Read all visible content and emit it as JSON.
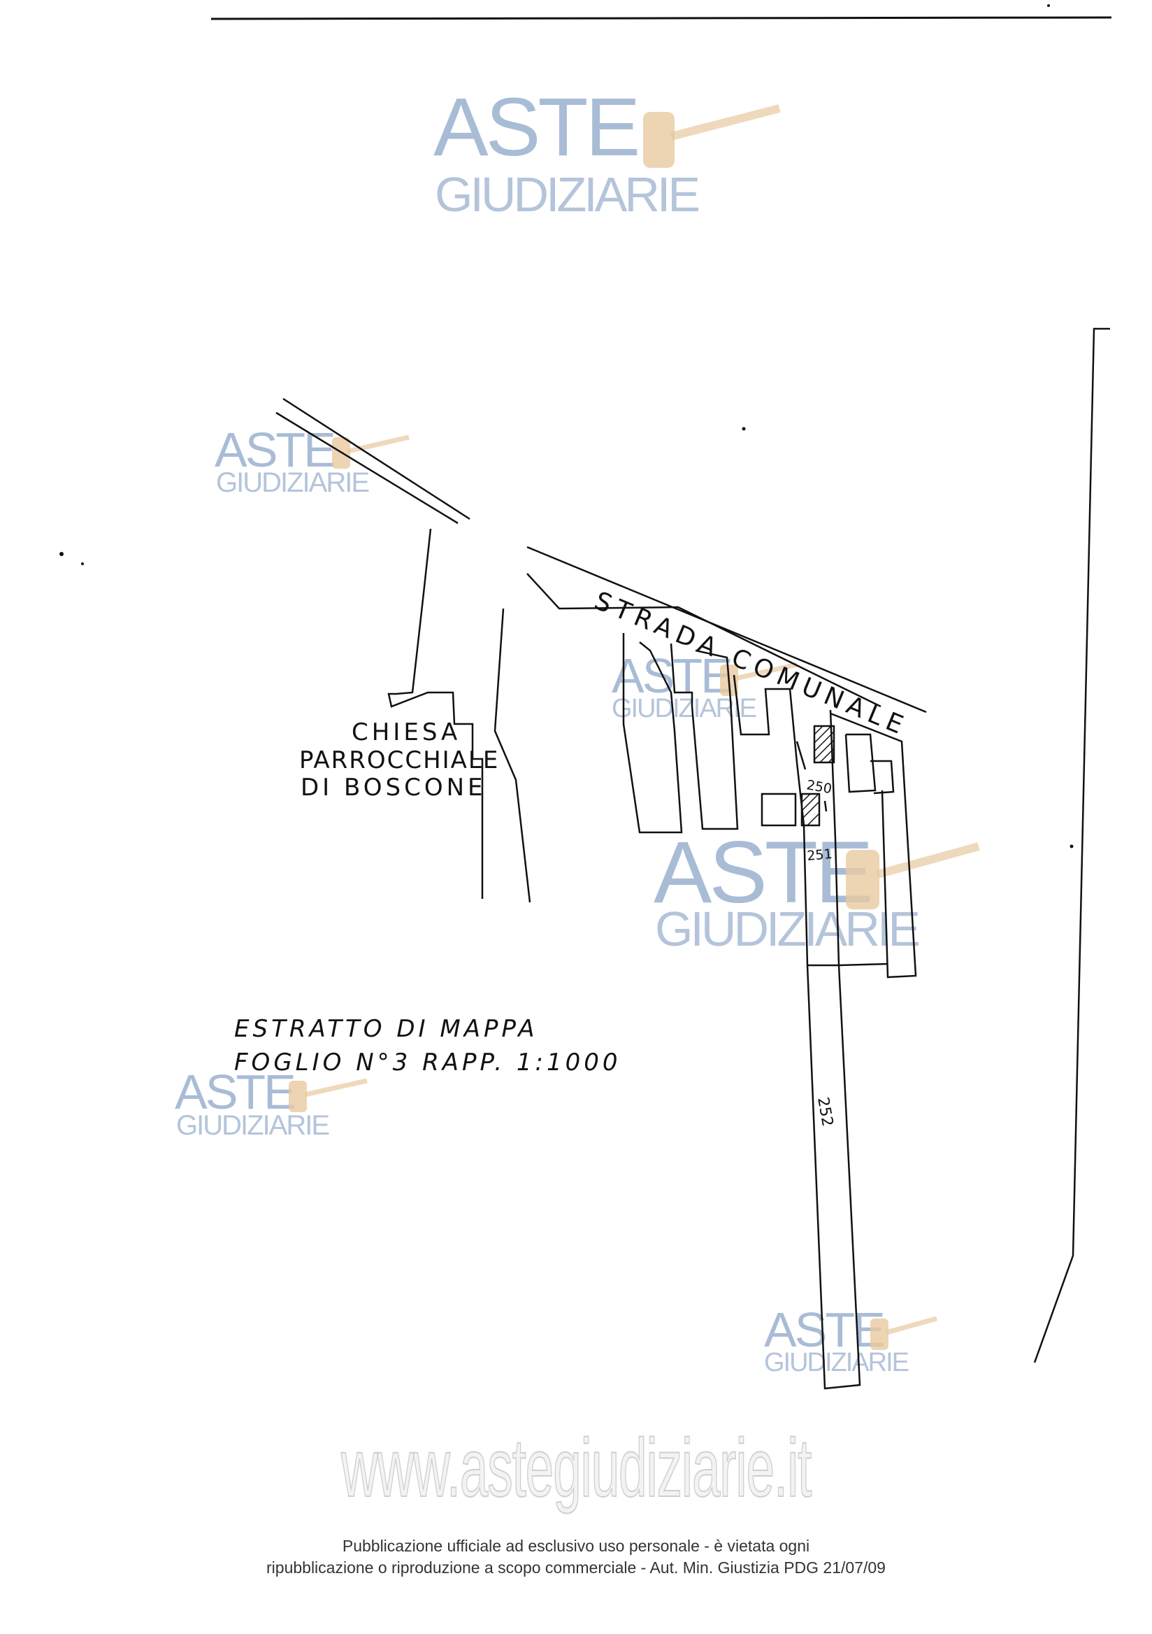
{
  "watermark": {
    "brand_top": "ASTE",
    "brand_bottom": "GIUDIZIARIE"
  },
  "map": {
    "road_label": "STRADA COMUNALE",
    "church_label": [
      "CHIESA",
      "PARROCCHIALE",
      "DI BOSCONE"
    ],
    "parcel_250": "250",
    "parcel_251": "251",
    "parcel_252": "252",
    "extract_title": "ESTRATTO  DI MAPPA",
    "sheet_line": "FOGLIO  N°3    RAPP.  1:1000"
  },
  "footer": {
    "site": "www.astegiudiziarie.it",
    "notice_line1": "Pubblicazione ufficiale ad esclusivo uso personale - è vietata ogni",
    "notice_line2": "ripubblicazione o riproduzione a scopo commerciale - Aut. Min. Giustizia PDG 21/07/09"
  }
}
